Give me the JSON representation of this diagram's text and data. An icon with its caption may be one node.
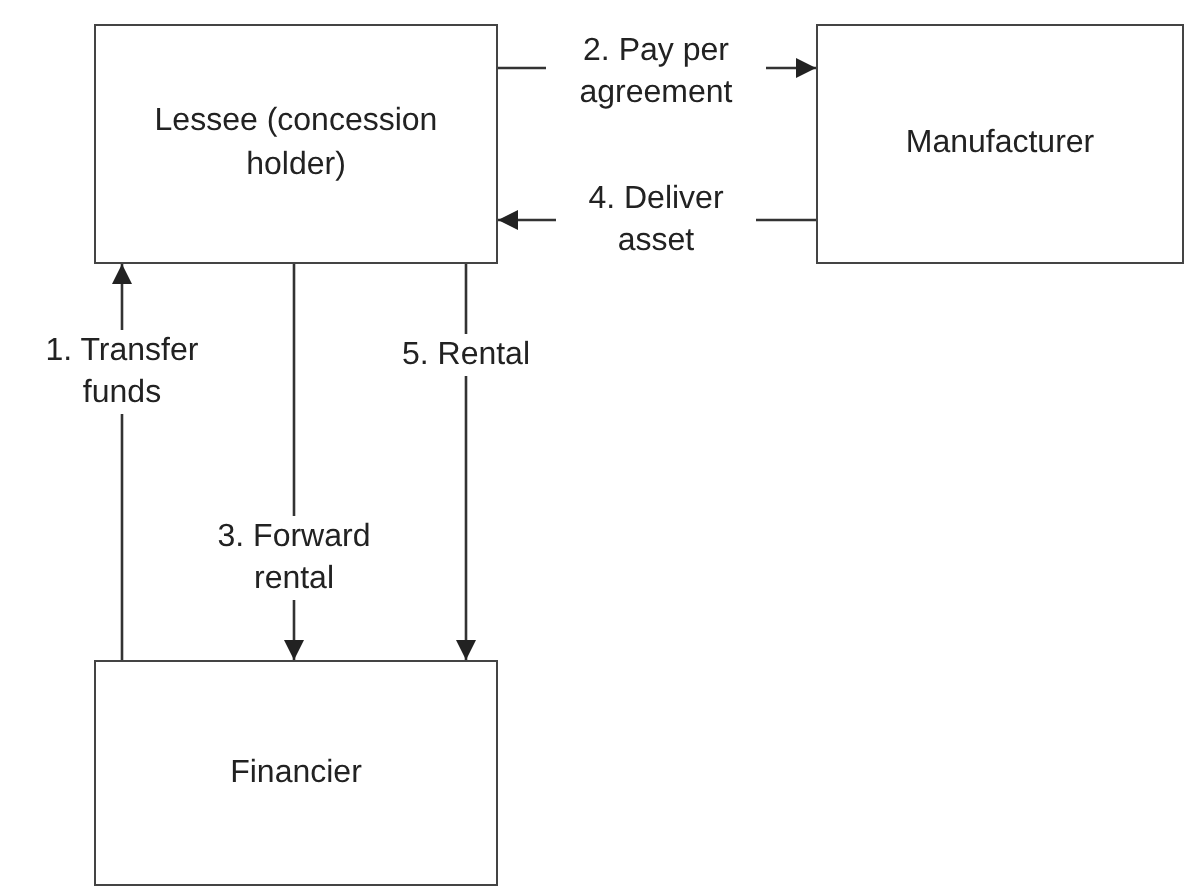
{
  "diagram": {
    "nodes": [
      {
        "text": [
          "Lessee (concession holder)"
        ]
      },
      {
        "text": [
          "Manufacturer"
        ]
      },
      {
        "text": [
          "Financier"
        ]
      }
    ],
    "edges": [
      {
        "from": 2,
        "to": 0,
        "arrow": "to",
        "label": "1. Transfer funds"
      },
      {
        "from": 0,
        "to": 1,
        "arrow": "to",
        "label": "2. Pay per agreement"
      },
      {
        "from": 0,
        "to": 2,
        "arrow": "to",
        "label": "3. Forward rental"
      },
      {
        "from": 1,
        "to": 0,
        "arrow": "to",
        "label": "4. Deliver asset"
      },
      {
        "from": 0,
        "to": 2,
        "arrow": "to",
        "label": "5. Rental"
      }
    ]
  }
}
